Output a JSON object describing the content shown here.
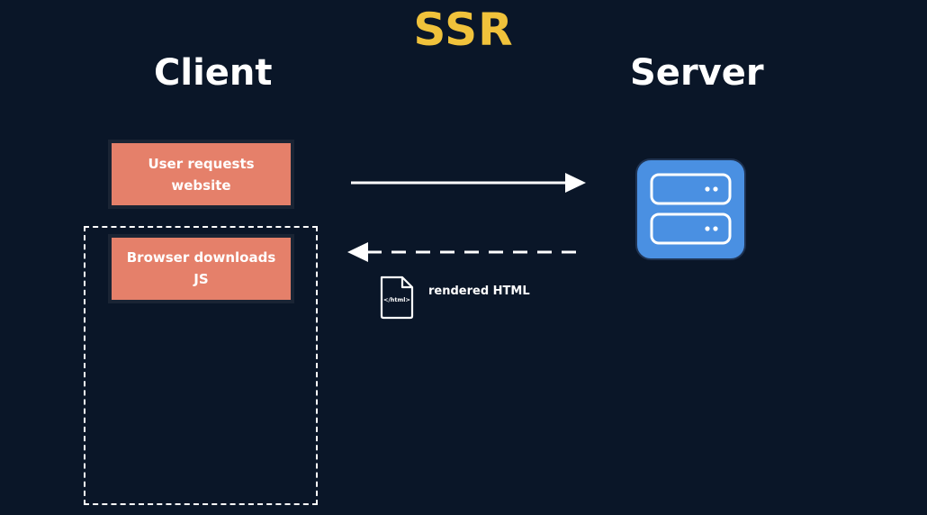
{
  "title": "SSR",
  "columns": {
    "client": "Client",
    "server": "Server"
  },
  "steps": {
    "request": "User requests website",
    "download": "Browser downloads JS"
  },
  "response": {
    "file_tag": "</html>",
    "label": "rendered HTML"
  },
  "colors": {
    "background": "#0a1628",
    "title": "#f0c23b",
    "step_box": "#e5806a",
    "server": "#4a90e2"
  }
}
